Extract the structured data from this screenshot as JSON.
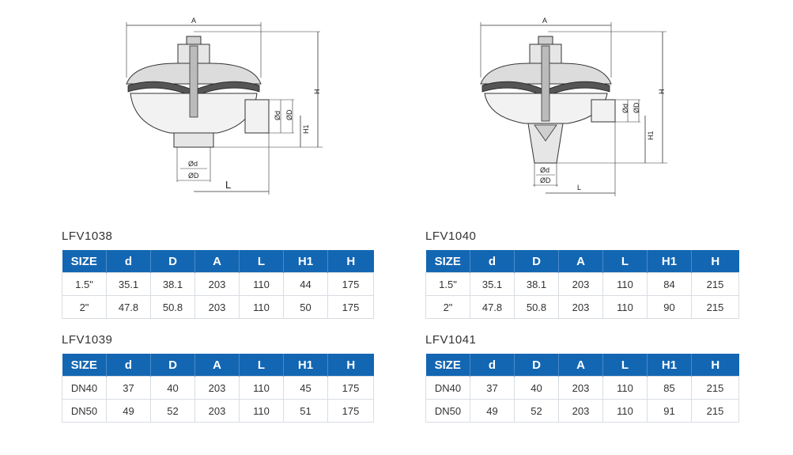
{
  "drawings": {
    "left": {
      "labels": {
        "A": "A",
        "H": "H",
        "H1": "H1",
        "L": "L",
        "od_side": "Ød",
        "oD_side": "ØD",
        "od_bottom": "Ød",
        "oD_bottom": "ØD"
      }
    },
    "right": {
      "labels": {
        "A": "A",
        "H": "H",
        "H1": "H1",
        "L": "L",
        "od_side": "Ød",
        "oD_side": "ØD",
        "od_bottom": "Ød",
        "oD_bottom": "ØD"
      }
    }
  },
  "headers": [
    "SIZE",
    "d",
    "D",
    "A",
    "L",
    "H1",
    "H"
  ],
  "tables": [
    {
      "model": "LFV1038",
      "rows": [
        [
          "1.5\"",
          "35.1",
          "38.1",
          "203",
          "110",
          "44",
          "175"
        ],
        [
          "2\"",
          "47.8",
          "50.8",
          "203",
          "110",
          "50",
          "175"
        ]
      ]
    },
    {
      "model": "LFV1039",
      "rows": [
        [
          "DN40",
          "37",
          "40",
          "203",
          "110",
          "45",
          "175"
        ],
        [
          "DN50",
          "49",
          "52",
          "203",
          "110",
          "51",
          "175"
        ]
      ]
    },
    {
      "model": "LFV1040",
      "rows": [
        [
          "1.5\"",
          "35.1",
          "38.1",
          "203",
          "110",
          "84",
          "215"
        ],
        [
          "2\"",
          "47.8",
          "50.8",
          "203",
          "110",
          "90",
          "215"
        ]
      ]
    },
    {
      "model": "LFV1041",
      "rows": [
        [
          "DN40",
          "37",
          "40",
          "203",
          "110",
          "85",
          "215"
        ],
        [
          "DN50",
          "49",
          "52",
          "203",
          "110",
          "91",
          "215"
        ]
      ]
    }
  ],
  "colors": {
    "header_bg": "#1366b2",
    "header_text": "#ffffff",
    "border": "#d8dde3"
  }
}
